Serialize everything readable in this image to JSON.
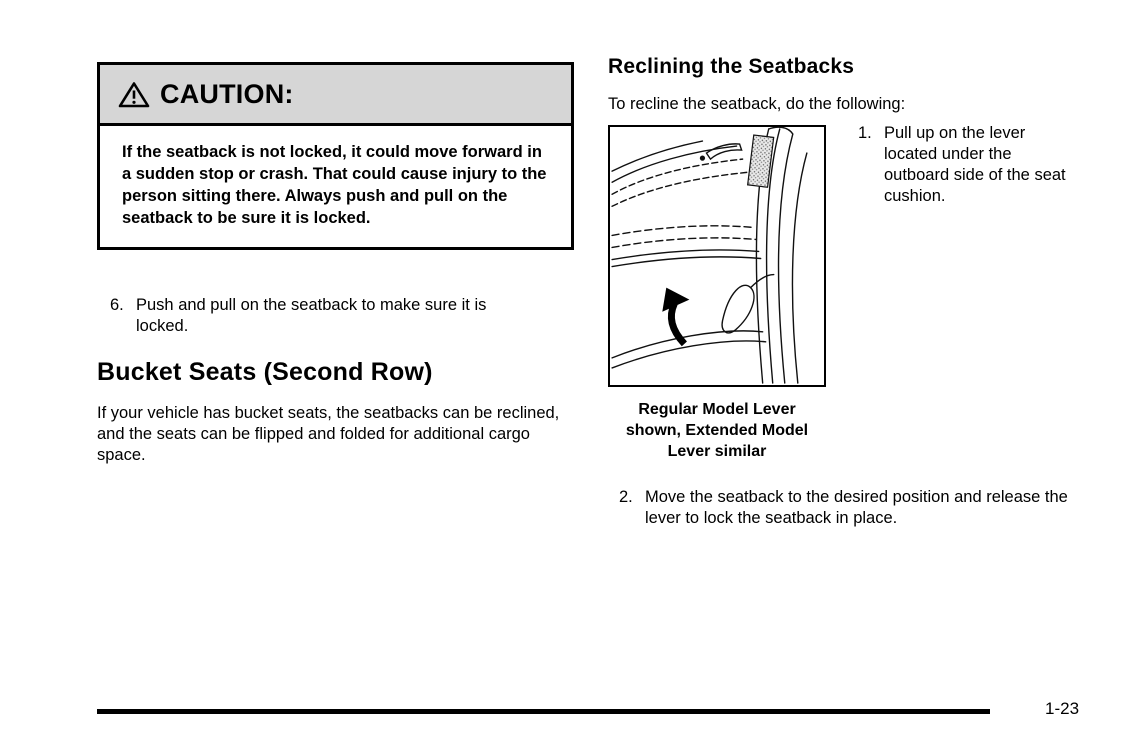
{
  "caution": {
    "icon": "warning-triangle",
    "title": "CAUTION:",
    "body": "If the seatback is not locked, it could move forward in a sudden stop or crash. That could cause injury to the person sitting there. Always push and pull on the seatback to be sure it is locked."
  },
  "left": {
    "item6_number": "6.",
    "item6_text": "Push and pull on the seatback to make sure it is locked.",
    "heading": "Bucket Seats (Second Row)",
    "paragraph": "If your vehicle has bucket seats, the seatbacks can be reclined, and the seats can be flipped and folded for additional cargo space."
  },
  "right": {
    "heading": "Reclining the Seatbacks",
    "intro": "To recline the seatback, do the following:",
    "figure": "seat-recline-lever-line-drawing",
    "figure_caption": "Regular Model Lever\nshown, Extended Model\nLever similar",
    "item1_number": "1.",
    "item1_text": "Pull up on the lever located under the outboard side of the seat cushion.",
    "item2_number": "2.",
    "item2_text": "Move the seatback to the desired position and release the lever to lock the seatback in place."
  },
  "footer": {
    "page_number": "1-23"
  }
}
